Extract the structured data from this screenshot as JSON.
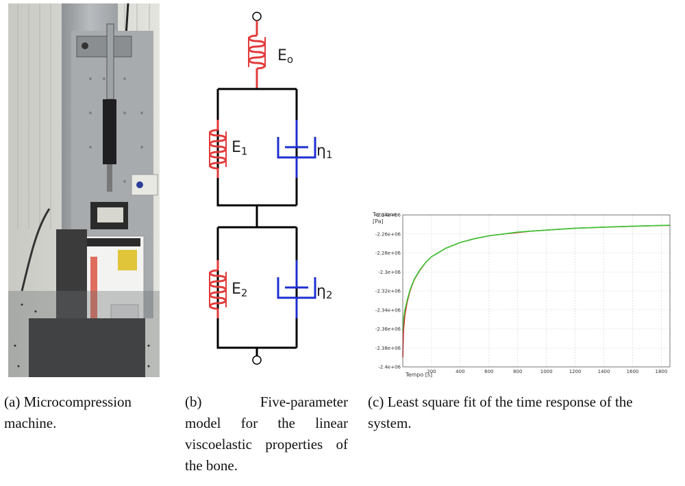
{
  "captions": {
    "a": {
      "label": "(a)",
      "text": "Microcompression machine."
    },
    "b": {
      "label": "(b)",
      "word1": "Five-parameter",
      "rest": "model for the linear viscoelastic properties of the bone."
    },
    "c": {
      "label": "(c)",
      "text": "Least square fit of the time response of the system."
    }
  },
  "model_labels": {
    "e0": "E",
    "e0_sub": "o",
    "e1": "E",
    "e1_sub": "1",
    "eta1": "η",
    "eta1_sub": "1",
    "e2": "E",
    "e2_sub": "2",
    "eta2": "η",
    "eta2_sub": "2"
  },
  "model_colors": {
    "spring": "#e23a3a",
    "dashpot": "#1f2fd0",
    "wire": "#000000"
  },
  "chart_data": {
    "type": "line",
    "ylabel": "Tensione",
    "ylabel_unit": "[Pa]",
    "xlabel": "Tempo [s]",
    "xlim": [
      0,
      1860
    ],
    "ylim": [
      -2400000,
      -2240000
    ],
    "xticks": [
      200,
      400,
      600,
      800,
      1000,
      1200,
      1400,
      1600,
      1800
    ],
    "yticks": [
      -2240000,
      -2260000,
      -2280000,
      -2300000,
      -2320000,
      -2340000,
      -2360000,
      -2380000,
      -2400000
    ],
    "ytick_labels": [
      "-2.24e+06",
      "-2.26e+06",
      "-2.28e+06",
      "-2.3e+06",
      "-2.32e+06",
      "-2.34e+06",
      "-2.36e+06",
      "-2.38e+06",
      "-2.4e+06"
    ],
    "grid": true,
    "series": [
      {
        "color": "#dd2222",
        "x": [
          0,
          5,
          15,
          30,
          50,
          80,
          120,
          160,
          200,
          300,
          400,
          500,
          600,
          700,
          800,
          900,
          1000,
          1200,
          1400,
          1600,
          1800,
          1860
        ],
        "y": [
          -2390000,
          -2362000,
          -2345000,
          -2332000,
          -2320000,
          -2308000,
          -2298000,
          -2290000,
          -2284000,
          -2275000,
          -2269000,
          -2265000,
          -2262000,
          -2260000,
          -2258500,
          -2257000,
          -2256000,
          -2254000,
          -2253000,
          -2252000,
          -2251200,
          -2251000
        ]
      },
      {
        "color": "#33cc33",
        "x": [
          0,
          5,
          15,
          30,
          50,
          80,
          120,
          160,
          200,
          300,
          400,
          500,
          600,
          700,
          800,
          900,
          1000,
          1200,
          1400,
          1600,
          1800,
          1860
        ],
        "y": [
          -2362000,
          -2350000,
          -2340000,
          -2330000,
          -2319000,
          -2307500,
          -2297500,
          -2290000,
          -2284000,
          -2275000,
          -2269000,
          -2265000,
          -2262000,
          -2260000,
          -2258000,
          -2257000,
          -2256000,
          -2254000,
          -2252800,
          -2251800,
          -2251000,
          -2250800
        ]
      }
    ]
  }
}
